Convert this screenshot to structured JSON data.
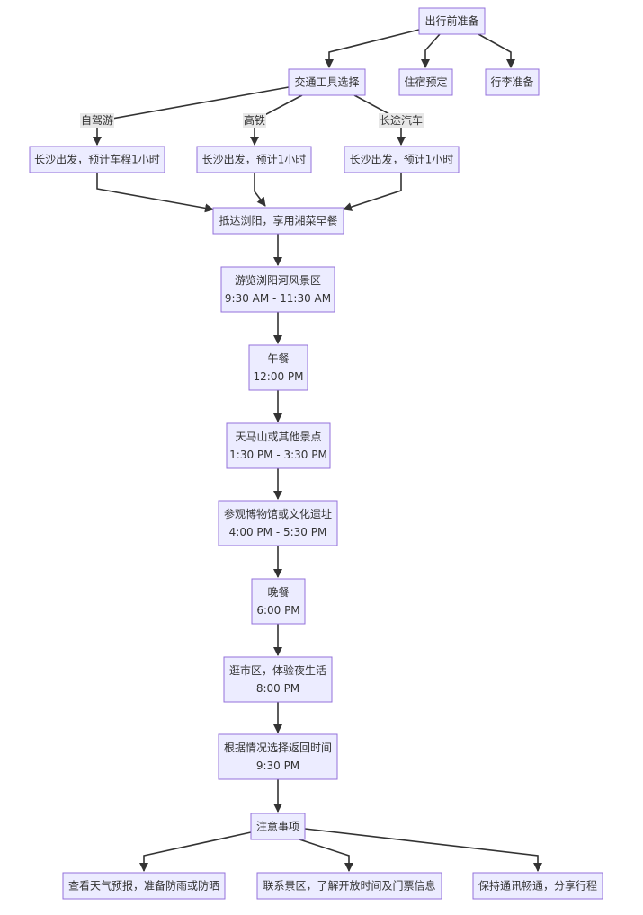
{
  "nodes": {
    "prep": {
      "lines": [
        "出行前准备"
      ]
    },
    "transport": {
      "lines": [
        "交通工具选择"
      ]
    },
    "lodging": {
      "lines": [
        "住宿预定"
      ]
    },
    "luggage": {
      "lines": [
        "行李准备"
      ]
    },
    "drive_depart": {
      "lines": [
        "长沙出发，预计车程1小时"
      ]
    },
    "rail_depart": {
      "lines": [
        "长沙出发，预计1小时"
      ]
    },
    "bus_depart": {
      "lines": [
        "长沙出发，预计1小时"
      ]
    },
    "breakfast": {
      "lines": [
        "抵达浏阳，享用湘菜早餐"
      ]
    },
    "river": {
      "lines": [
        "游览浏阳河风景区",
        "9:30 AM - 11:30 AM"
      ]
    },
    "lunch": {
      "lines": [
        "午餐",
        "12:00 PM"
      ]
    },
    "tianma": {
      "lines": [
        "天马山或其他景点",
        "1:30 PM - 3:30 PM"
      ]
    },
    "museum": {
      "lines": [
        "参观博物馆或文化遗址",
        "4:00 PM - 5:30 PM"
      ]
    },
    "dinner": {
      "lines": [
        "晚餐",
        "6:00 PM"
      ]
    },
    "nightlife": {
      "lines": [
        "逛市区，体验夜生活",
        "8:00 PM"
      ]
    },
    "return": {
      "lines": [
        "根据情况选择返回时间",
        "9:30 PM"
      ]
    },
    "notes": {
      "lines": [
        "注意事项"
      ]
    },
    "weather": {
      "lines": [
        "查看天气预报，准备防雨或防晒"
      ]
    },
    "contact": {
      "lines": [
        "联系景区，了解开放时间及门票信息"
      ]
    },
    "comms": {
      "lines": [
        "保持通讯畅通，分享行程"
      ]
    }
  },
  "edge_labels": {
    "drive": "自驾游",
    "rail": "高铁",
    "bus": "长途汽车"
  }
}
